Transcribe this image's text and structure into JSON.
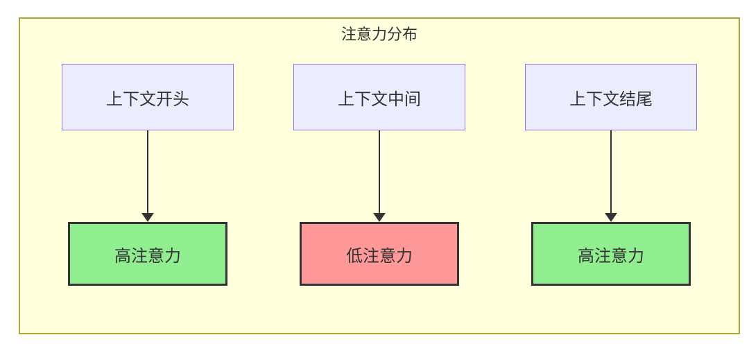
{
  "title": "注意力分布",
  "diagram_type": "flowchart-top-down",
  "colors": {
    "canvas": "#ffffff",
    "container_fill": "#ffffde",
    "container_stroke": "#aaaa33",
    "node_fill": "#ececff",
    "node_stroke": "#9370db",
    "high_fill": "#90ee90",
    "low_fill": "#ff9999",
    "emphasis_stroke": "#333333",
    "text": "#333333"
  },
  "columns": [
    {
      "source": "上下文开头",
      "target": "高注意力",
      "attention": "high"
    },
    {
      "source": "上下文中间",
      "target": "低注意力",
      "attention": "low"
    },
    {
      "source": "上下文结尾",
      "target": "高注意力",
      "attention": "high"
    }
  ]
}
